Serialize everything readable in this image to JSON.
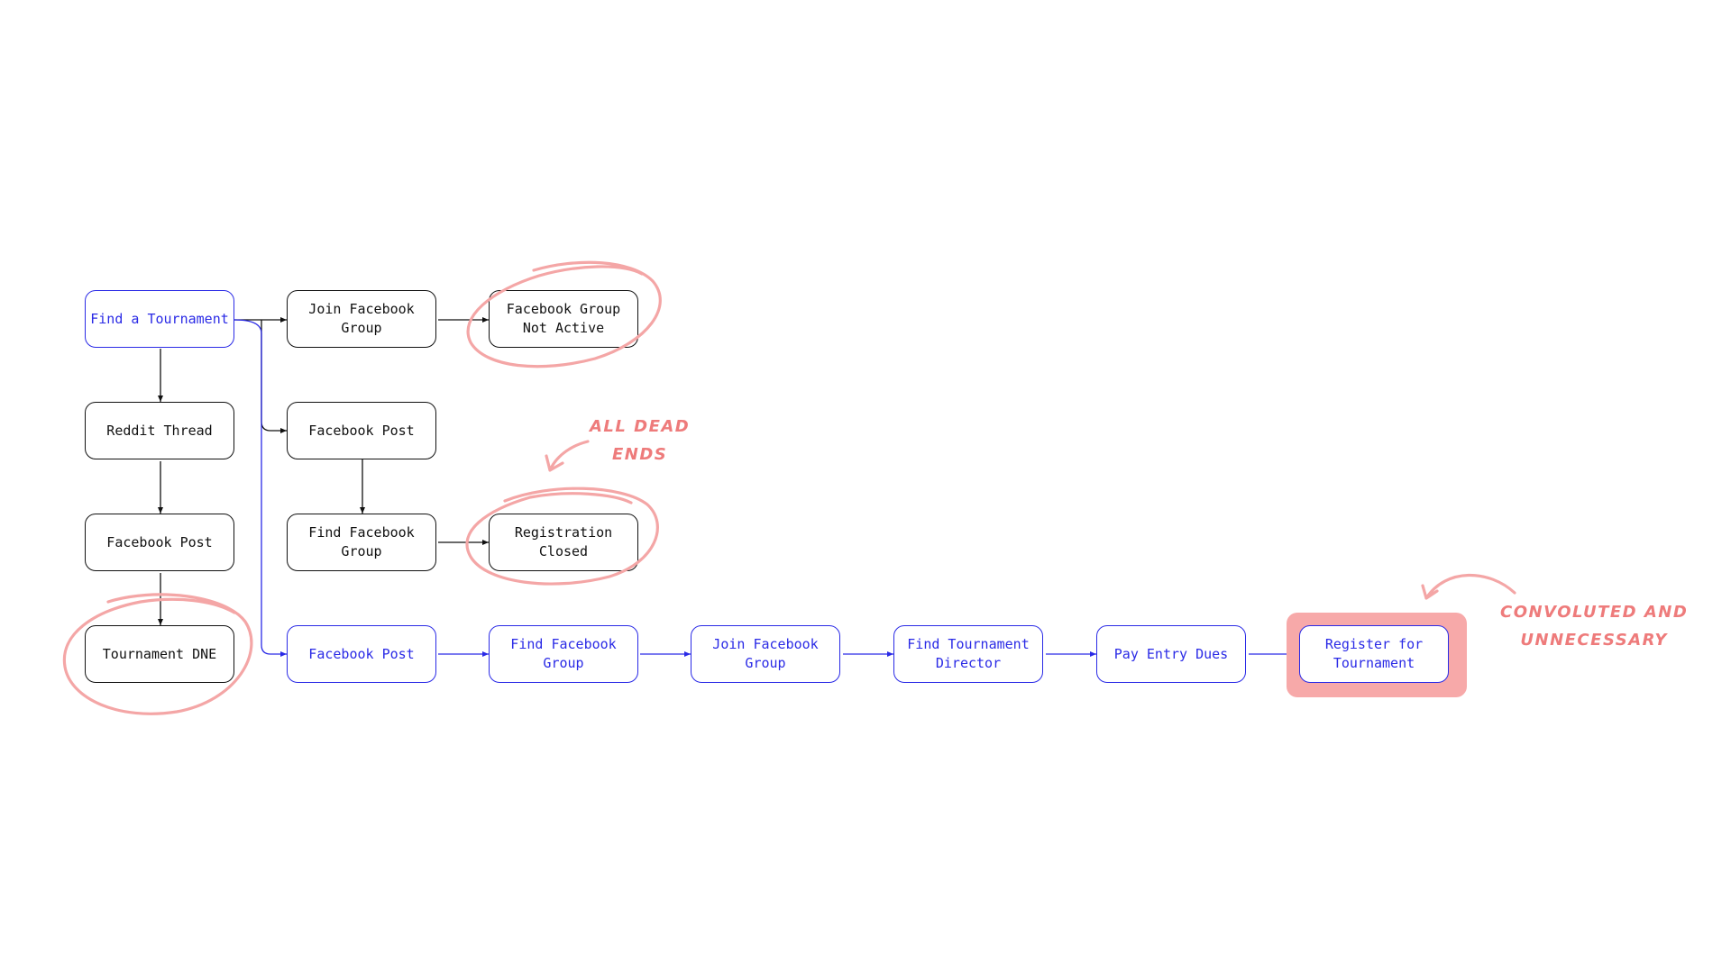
{
  "nodes": {
    "find_tournament": "Find a Tournament",
    "reddit_thread": "Reddit Thread",
    "facebook_post_left": "Facebook Post",
    "tournament_dne": "Tournament DNE",
    "join_facebook_group_top": "Join Facebook\nGroup",
    "facebook_post_mid": "Facebook Post",
    "find_facebook_group_mid": "Find Facebook\nGroup",
    "facebook_group_not_active": "Facebook Group\nNot Active",
    "registration_closed": "Registration\nClosed",
    "facebook_post_blue": "Facebook Post",
    "find_facebook_group_blue": "Find Facebook\nGroup",
    "join_facebook_group_blue": "Join Facebook\nGroup",
    "find_tournament_director": "Find Tournament\nDirector",
    "pay_entry_dues": "Pay Entry Dues",
    "register_for_tournament": "Register for\nTournament"
  },
  "annotations": {
    "dead_ends": "ALL DEAD\nENDS",
    "convoluted": "CONVOLUTED AND\nUNNECESSARY"
  },
  "colors": {
    "blue_path": "#2a2ae6",
    "black_path": "#111111",
    "annotation": "#f4a6a6",
    "annotation_text": "#ee7b7b",
    "highlight": "#f7a9a9"
  }
}
